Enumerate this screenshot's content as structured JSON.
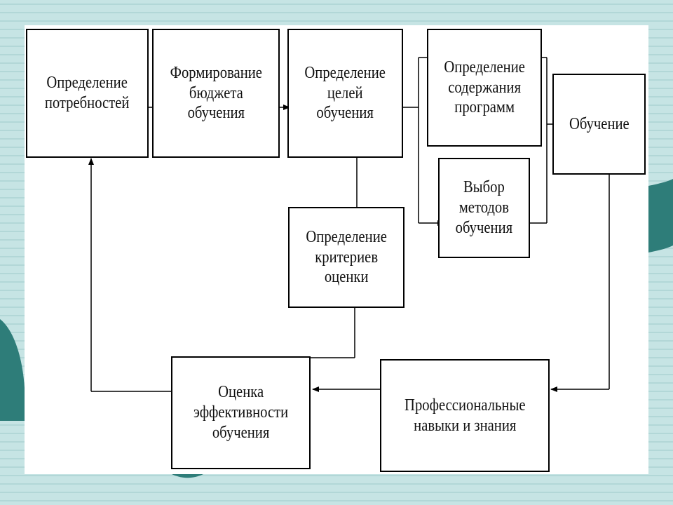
{
  "boxes": {
    "needs": "Определение\nпотребностей",
    "budget": "Формирование\nбюджета\nобучения",
    "goals": "Определение\nцелей\nобучения",
    "content": "Определение\nсодержания\nпрограмм",
    "methods": "Выбор\nметодов\nобучения",
    "training": "Обучение",
    "criteria": "Определение\nкритериев\nоценки",
    "evaluation": "Оценка\nэффективности\nобучения",
    "skills": "Профессиональные\nнавыки и знания"
  },
  "colors": {
    "slide_bg": "#b9dcdc",
    "deco_teal": "#2e7d79",
    "canvas": "#ffffff",
    "stroke": "#000000"
  }
}
